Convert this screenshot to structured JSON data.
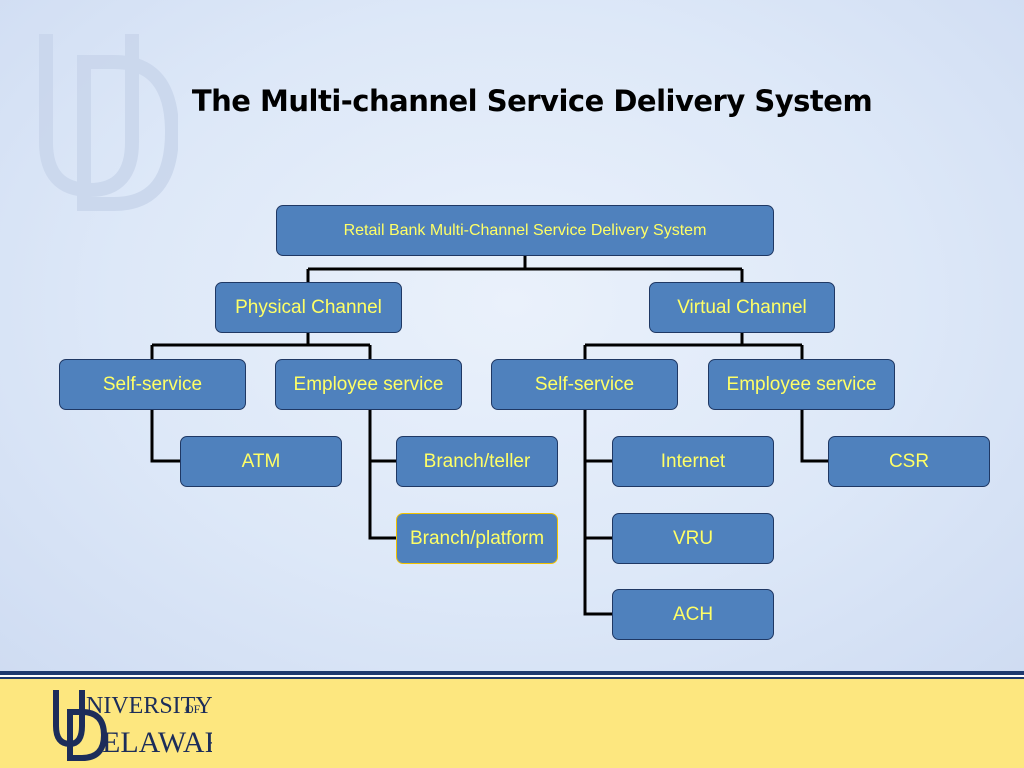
{
  "title": "The Multi-channel Service Delivery System",
  "nodes": {
    "root": "Retail Bank Multi-Channel Service Delivery System",
    "physical": "Physical Channel",
    "virtual": "Virtual Channel",
    "phys_self": "Self-service",
    "phys_emp": "Employee service",
    "virt_self": "Self-service",
    "virt_emp": "Employee service",
    "atm": "ATM",
    "branch_teller": "Branch/teller",
    "branch_platform": "Branch/platform",
    "internet": "Internet",
    "vru": "VRU",
    "ach": "ACH",
    "csr": "CSR"
  },
  "footer": {
    "logo_line1": "NIVERSITY",
    "logo_of": "OF",
    "logo_line2": "ELAWARE"
  },
  "colors": {
    "box_fill": "#4f81bd",
    "box_text": "#ffff66",
    "highlight_border": "#f2c200",
    "footer_band": "#fde77f",
    "navy": "#1f3a6e"
  }
}
